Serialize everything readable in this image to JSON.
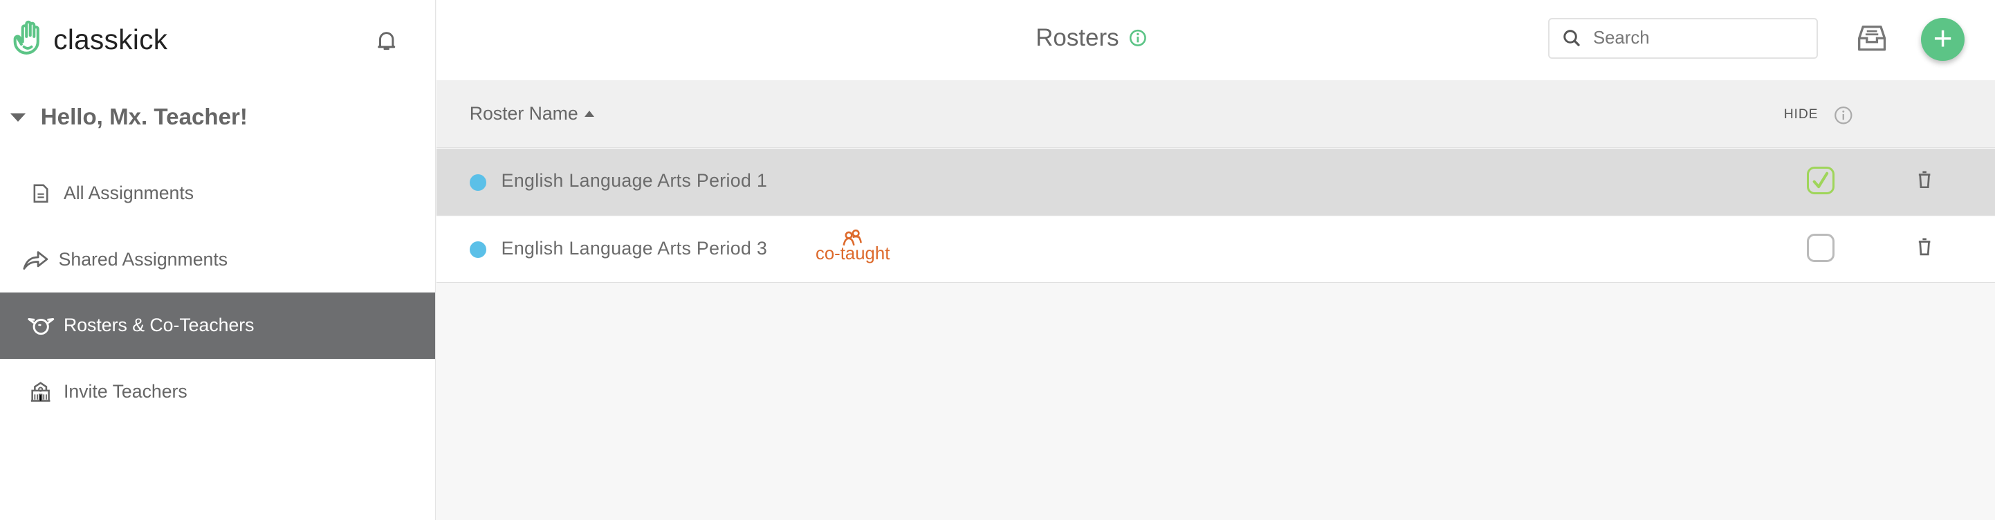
{
  "app": {
    "logo_text": "classkick"
  },
  "sidebar": {
    "greeting": "Hello, Mx. Teacher!",
    "items": [
      {
        "label": "All Assignments",
        "icon": "document-icon",
        "active": false
      },
      {
        "label": "Shared Assignments",
        "icon": "share-icon",
        "active": false
      },
      {
        "label": "Rosters & Co-Teachers",
        "icon": "roster-icon",
        "active": true
      },
      {
        "label": "Invite Teachers",
        "icon": "school-icon",
        "active": false
      }
    ]
  },
  "header": {
    "title": "Rosters",
    "search_placeholder": "Search",
    "search_value": ""
  },
  "table": {
    "columns": {
      "name": "Roster Name",
      "hide": "HIDE"
    },
    "rows": [
      {
        "name": "English Language Arts Period 1",
        "color": "#5bc0e8",
        "hidden": true,
        "badge": null
      },
      {
        "name": "English Language Arts Period 3",
        "color": "#5bc0e8",
        "hidden": false,
        "badge": "co-taught"
      }
    ]
  },
  "colors": {
    "accent": "#5cc486",
    "active_nav": "#6d6e70",
    "cotaught": "#dd6a2c",
    "check": "#9fd55a"
  }
}
